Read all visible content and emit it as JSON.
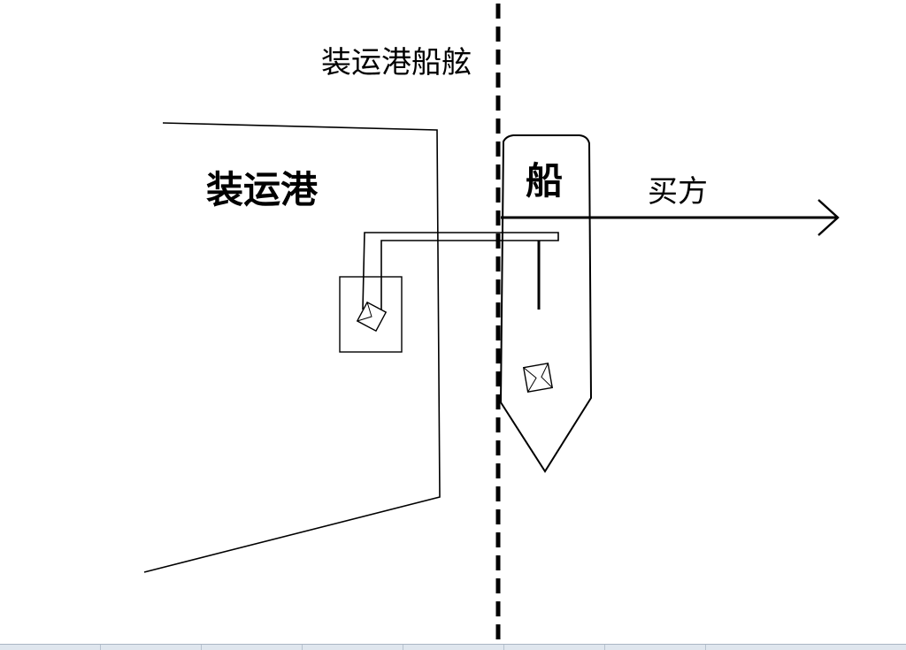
{
  "labels": {
    "ship_rail_title": "装运港船舷",
    "port": "装运港",
    "ship": "船",
    "buyer": "买方"
  },
  "colors": {
    "line": "#000000",
    "background": "#ffffff",
    "taskbar": "#dfe6ee"
  }
}
